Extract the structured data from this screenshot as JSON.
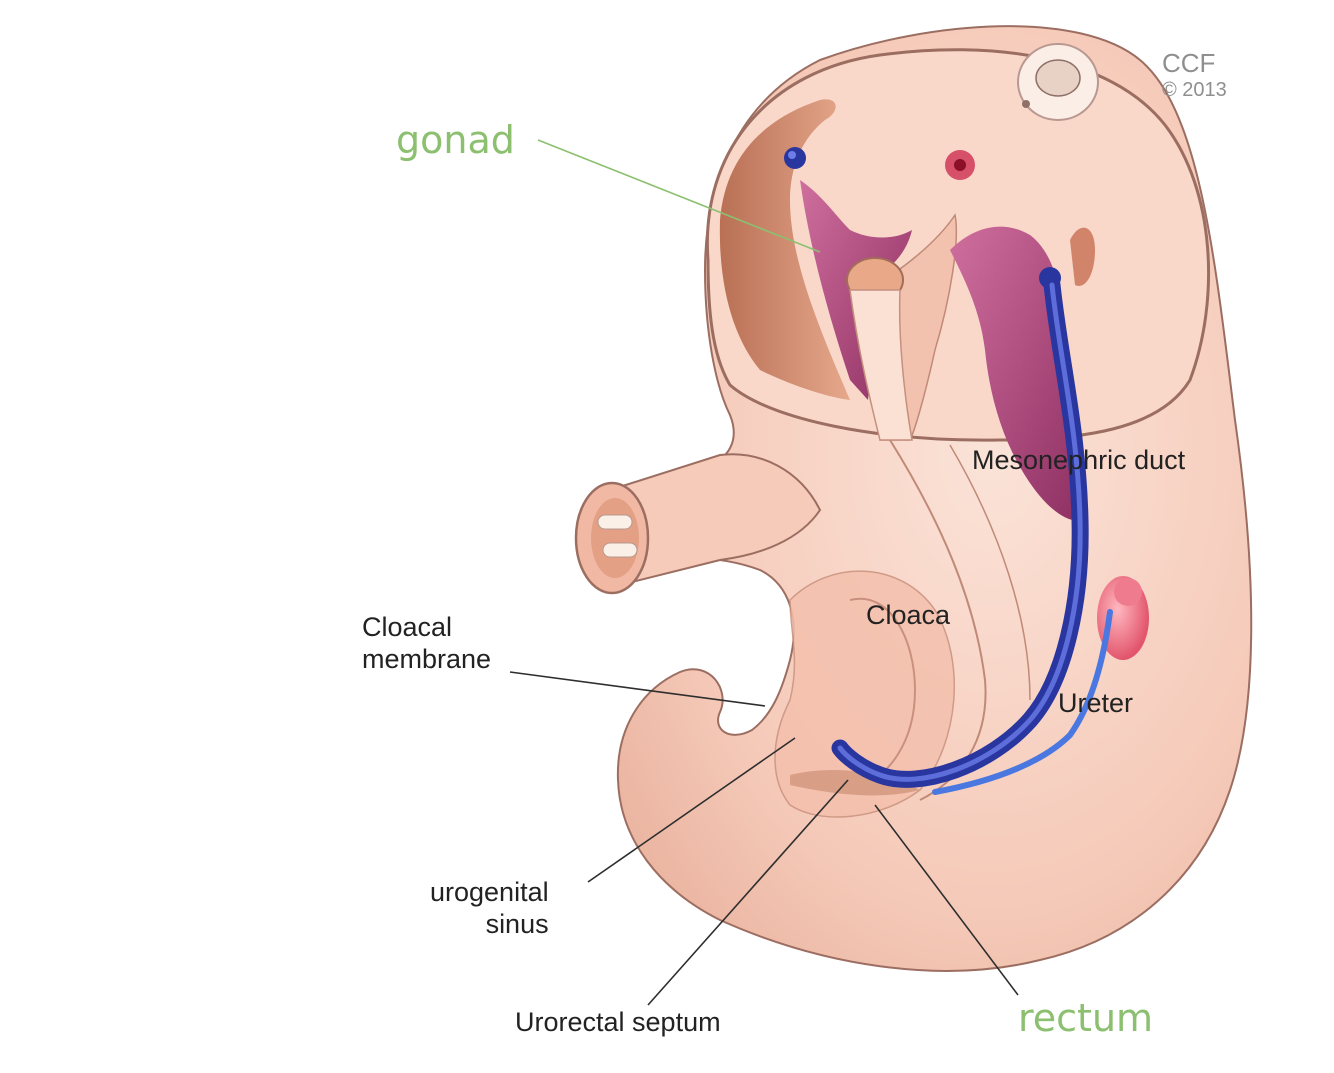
{
  "copyright": {
    "mark": "CCF",
    "year": "© 2013"
  },
  "labels": {
    "gonad": "gonad",
    "mesonephric_duct": "Mesonephric duct",
    "cloaca": "Cloaca",
    "cloacal_membrane": "Cloacal\nmembrane",
    "ureter": "Ureter",
    "urogenital_sinus": "urogenital\nsinus",
    "urorectal_septum": "Urorectal septum",
    "rectum": "rectum"
  },
  "colors": {
    "overlay_label_green": "#8cc070",
    "embryo_skin": "#f7cfc0",
    "embryo_outline": "#9c6e62",
    "duct_blue": "#3848b8",
    "vessel_red": "#c0283c",
    "mesenchyme_magenta": "#b04c80"
  }
}
